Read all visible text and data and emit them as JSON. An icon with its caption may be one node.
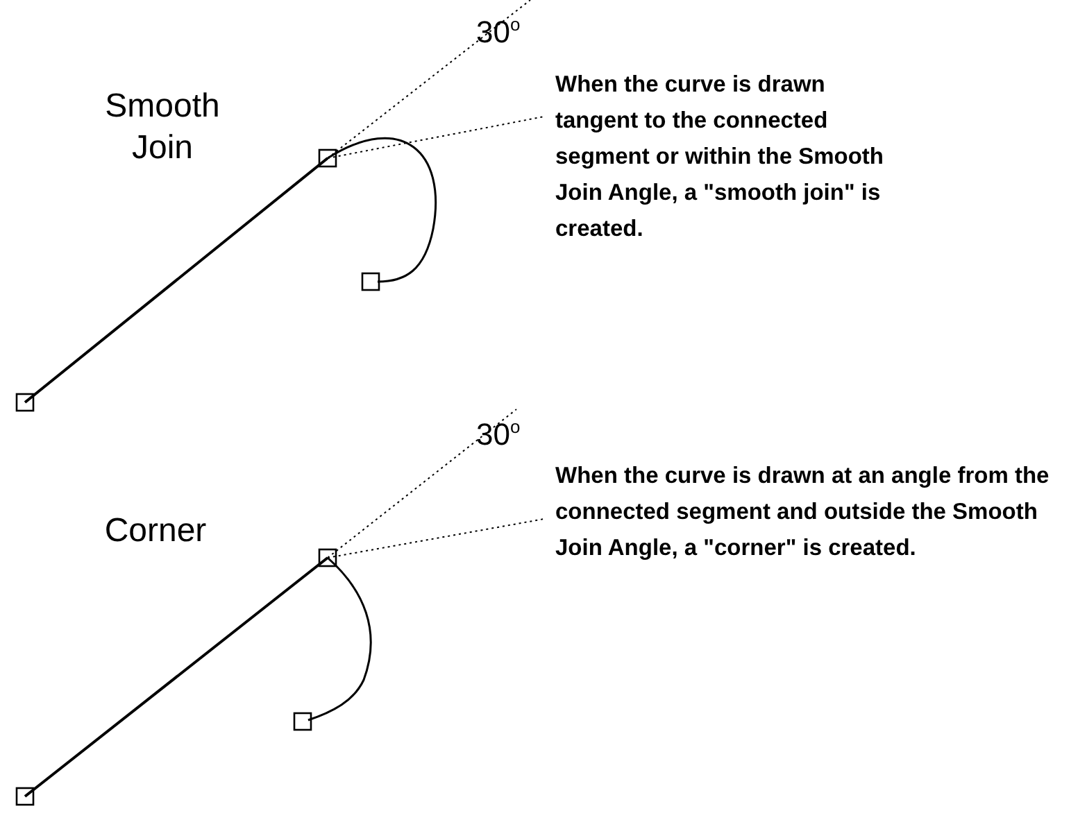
{
  "diagram": {
    "labels": [
      "Smooth Join",
      "30$^{o}$",
      "When the curve is drawn tangent to the connected segment or within the Smooth Join Angle, a \"smooth join\" is created.",
      "Corner",
      "30$^{o}$",
      "When the curve is drawn at an angle from the connected segment and outside the Smooth Join Angle, a \"corner\" is created."
    ]
  }
}
